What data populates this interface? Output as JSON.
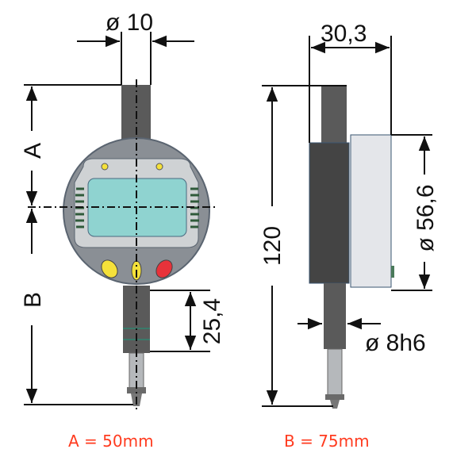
{
  "dimensions": {
    "stem_diameter": "ø 10",
    "label_a": "A",
    "label_b": "B",
    "travel": "25,4",
    "depth": "30,3",
    "height": "120",
    "dial_diameter": "ø 56,6",
    "spindle_diameter": "ø 8h6"
  },
  "captions": {
    "a_value": "A = 50mm",
    "b_value": "B = 75mm"
  },
  "colors": {
    "caption": "#ff3b1f",
    "lcd": "#8fd3d0",
    "body_dark": "#4a4a4a",
    "bezel": "#8a8f95",
    "button_yellow": "#f5e13a",
    "button_red": "#e8323a"
  }
}
